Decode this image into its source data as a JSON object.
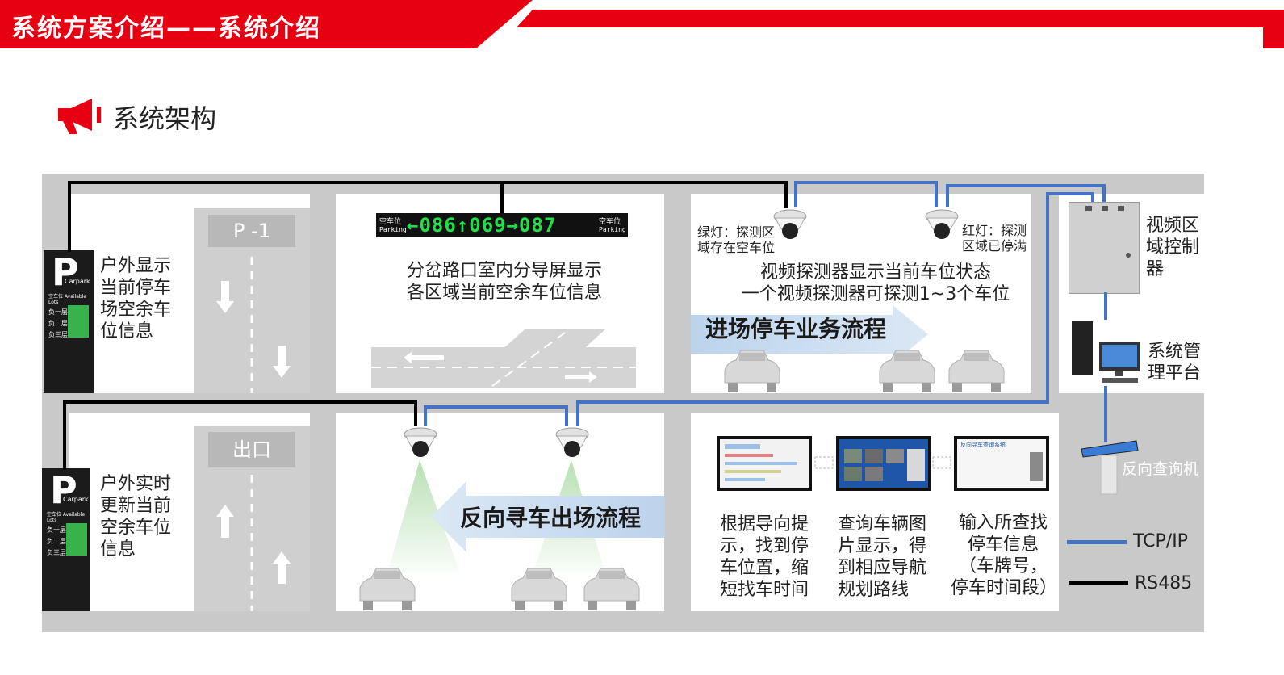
{
  "header": {
    "title": "系统方案介绍——系统介绍"
  },
  "section": {
    "title": "系统架构"
  },
  "outdoor_top": {
    "text": [
      "户外显示",
      "当前停车",
      "场空余车",
      "位信息"
    ]
  },
  "outdoor_bottom": {
    "text": [
      "户外实时",
      "更新当前",
      "空余车位",
      "信息"
    ]
  },
  "sign": {
    "letter": "P",
    "brand": "Carpark",
    "label": "空车位 Available Lots",
    "floors": [
      "负一层",
      "负二层",
      "负三层"
    ]
  },
  "road_top": {
    "sign": "P -1"
  },
  "road_bottom": {
    "sign": "出口"
  },
  "display": {
    "left_label": "空车位",
    "left_sub": "Parking",
    "content": "←086↑069→087",
    "right_label": "空车位",
    "right_sub": "Parking"
  },
  "intersection": {
    "text": [
      "分岔路口室内分导屏显示",
      "各区域当前空余车位信息"
    ]
  },
  "detector": {
    "green_note": [
      "绿灯：探测区",
      "域存在空车位"
    ],
    "red_note": [
      "红灯：探测",
      "区域已停满"
    ],
    "text": [
      "视频探测器显示当前车位状态",
      "一个视频探测器可探测1~3个车位"
    ]
  },
  "flows": {
    "entry": "进场停车业务流程",
    "exit": "反向寻车出场流程"
  },
  "controller": {
    "label": [
      "视频区",
      "域控制",
      "器"
    ]
  },
  "platform": {
    "label": [
      "系统管",
      "理平台"
    ]
  },
  "kiosk": {
    "label": "反向查询机"
  },
  "steps": [
    {
      "text": [
        "根据导向提",
        "示，找到停",
        "车位置，缩",
        "短找车时间"
      ]
    },
    {
      "text": [
        "查询车辆图",
        "片显示，得",
        "到相应导航",
        "规划路线"
      ]
    },
    {
      "text": [
        "输入所查找",
        "停车信息",
        "（车牌号，",
        "停车时间段）"
      ]
    }
  ],
  "screens": {
    "search_title": "反向寻车查询系统"
  },
  "legend": [
    {
      "label": "TCP/IP",
      "color": "#4472c4"
    },
    {
      "label": "RS485",
      "color": "#000000"
    }
  ],
  "colors": {
    "brand_red": "#e60012",
    "green": "#38b24a",
    "blue": "#4472c4"
  }
}
